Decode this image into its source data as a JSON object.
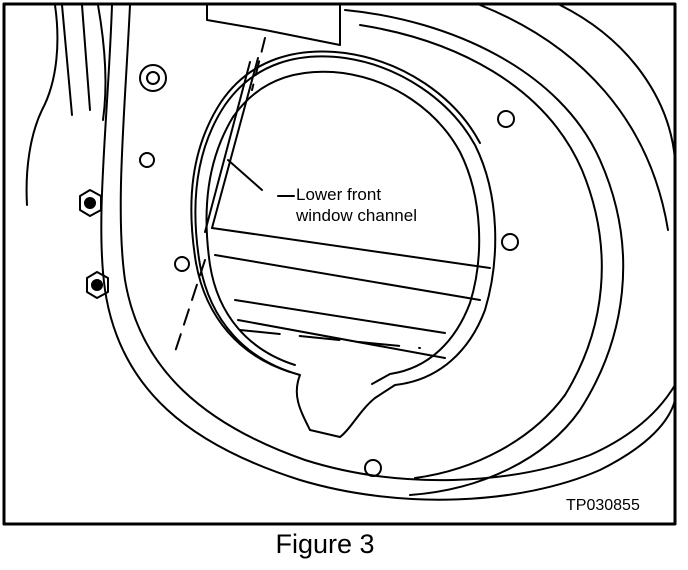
{
  "diagram": {
    "callout_label_line1": "Lower front",
    "callout_label_line2": "window channel",
    "reference_code": "TP030855",
    "caption": "Figure 3"
  },
  "colors": {
    "line": "#000000",
    "background": "#ffffff"
  }
}
